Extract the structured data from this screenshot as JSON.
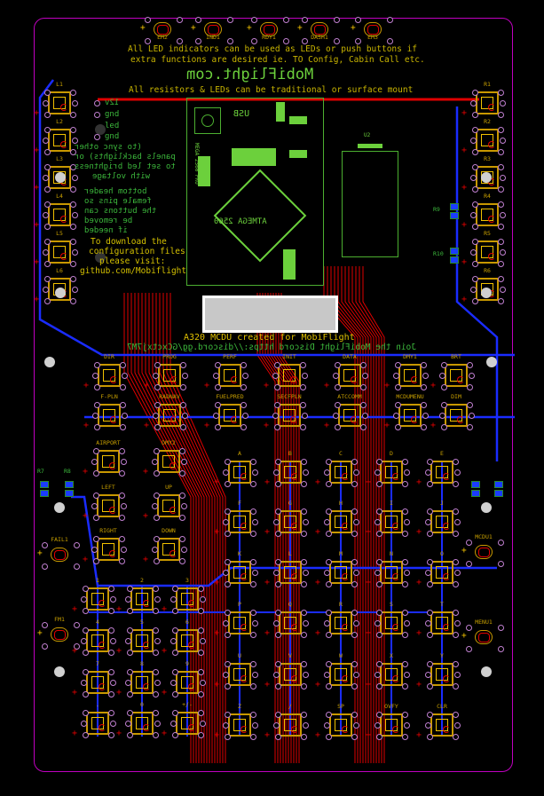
{
  "board": {
    "title": "A320 MCDU created for MobiFlight",
    "discord_note": "Join the MobiFlight Discord https://discord.gg/GCxctxj7M7",
    "logo_text": "MobiFlight.com",
    "led_note_line1": "All LED indicators can be used as LEDs or push buttons if",
    "led_note_line2": "extra functions are desired ie. TO Config, Cabin Call etc.",
    "resistor_note": "All resistors & LEDs can be traditional or surface mount",
    "download_note": [
      "To download the",
      "configuration files",
      "please visit:",
      "github.com/Mobiflight"
    ],
    "mirrored_header_note": [
      "bottom header",
      "female pins so",
      "the buttons can",
      "be removed",
      "if needed"
    ],
    "power_labels": [
      "12v",
      "gnd",
      "led",
      "gnd"
    ],
    "sync_note": [
      "(to sync other",
      "panels backlights) or",
      "to set led brightness",
      "with voltage"
    ],
    "mcu_label": "ATMEGA 2560",
    "mcu_sub": "MEGA 2560 PRO",
    "usb_label": "USB",
    "u2_label": "U2",
    "colors": {
      "trace_top": "#e00000",
      "trace_bottom": "#1a2cff",
      "silk": "#c8a000",
      "outline": "#c000c0",
      "copper": "#6cd03c"
    }
  },
  "top_leds": [
    "EM2",
    "IND1",
    "RDY1",
    "DASH1",
    "EM3"
  ],
  "left_keys": [
    "L1",
    "L2",
    "L3",
    "L4",
    "L5",
    "L6"
  ],
  "right_keys": [
    "R1",
    "R2",
    "R3",
    "R4",
    "R5",
    "R6"
  ],
  "function_keys_row1": [
    "DIR",
    "PROG",
    "PERF",
    "INIT",
    "DATA",
    "DMY1",
    "BRT"
  ],
  "function_keys_row2": [
    "F-PLN",
    "RADNAV",
    "FUELPRED",
    "SECFPLN",
    "ATCCOMM",
    "MCDUMENU",
    "DIM"
  ],
  "nav_keys": [
    "AIRPORT",
    "DMY2",
    "LEFT",
    "UP",
    "RIGHT",
    "DOWN"
  ],
  "letter_keys": [
    "A",
    "B",
    "C",
    "D",
    "E",
    "F",
    "G",
    "H",
    "I",
    "J",
    "K",
    "L",
    "M",
    "N",
    "O",
    "P",
    "Q",
    "R",
    "S",
    "T",
    "U",
    "V",
    "W",
    "X",
    "Y",
    "Z",
    "/",
    "SP",
    "OVFY",
    "CLR"
  ],
  "number_keys": [
    "1",
    "2",
    "3",
    "4",
    "5",
    "6",
    "7",
    "8",
    "9",
    ".",
    "0",
    "+/-"
  ],
  "side_leds": [
    "FAIL1",
    "FM1",
    "MCDU1",
    "MENU1"
  ],
  "resistors": [
    "R7",
    "R8",
    "R9",
    "R10"
  ]
}
